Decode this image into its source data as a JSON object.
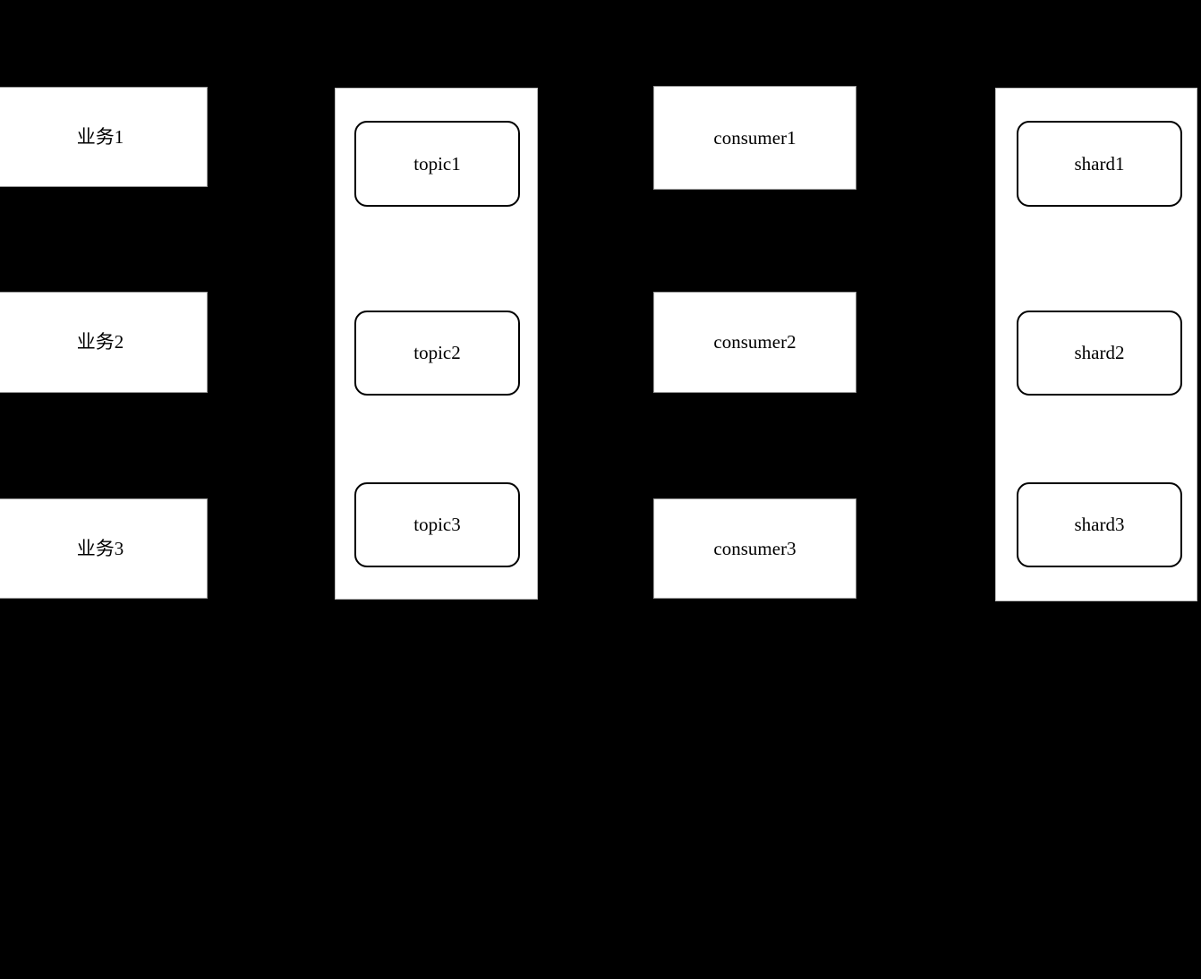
{
  "diagram": {
    "background_color": "#000000",
    "node_fill_color": "#ffffff",
    "node_stroke_color": "#000000",
    "text_color": "#000000",
    "columns": [
      {
        "name": "business-column",
        "kind": "plain-nodes",
        "nodes": [
          {
            "label": "业务1"
          },
          {
            "label": "业务2"
          },
          {
            "label": "业务3"
          }
        ]
      },
      {
        "name": "topic-column",
        "kind": "grouped-rounded-nodes",
        "nodes": [
          {
            "label": "topic1"
          },
          {
            "label": "topic2"
          },
          {
            "label": "topic3"
          }
        ]
      },
      {
        "name": "consumer-column",
        "kind": "plain-nodes",
        "nodes": [
          {
            "label": "consumer1"
          },
          {
            "label": "consumer2"
          },
          {
            "label": "consumer3"
          }
        ]
      },
      {
        "name": "shard-column",
        "kind": "grouped-rounded-nodes",
        "nodes": [
          {
            "label": "shard1"
          },
          {
            "label": "shard2"
          },
          {
            "label": "shard3"
          }
        ]
      }
    ]
  }
}
